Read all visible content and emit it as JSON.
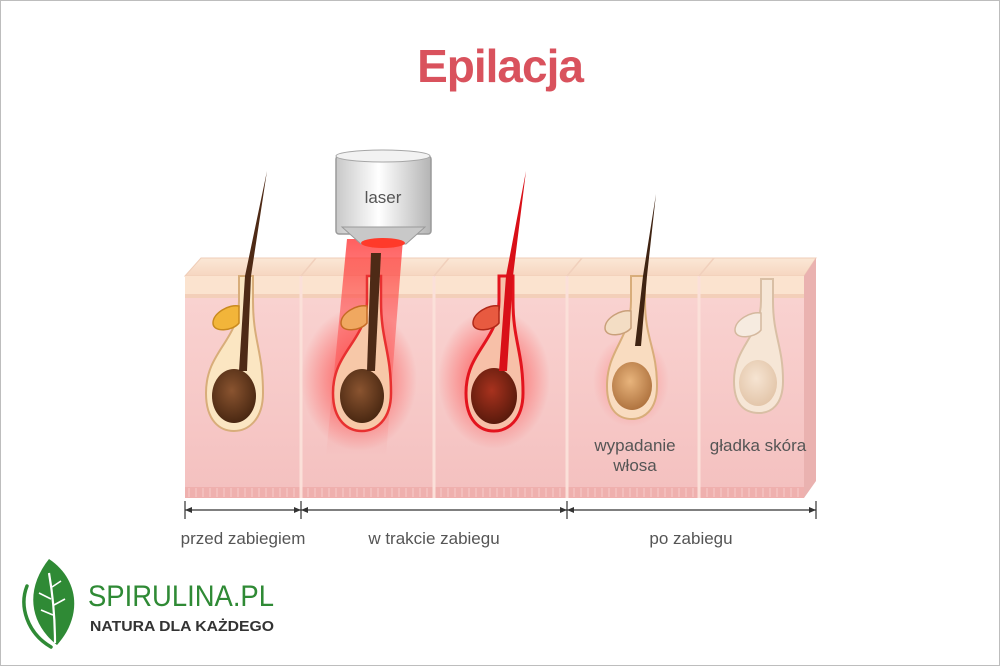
{
  "title": "Epilacja",
  "device": {
    "label": "laser"
  },
  "stage_labels": {
    "before": "przed zabiegiem",
    "during": "w trakcie zabiegu",
    "after": "po zabiegu"
  },
  "panel_labels": {
    "hair_falling_1": "wypadanie",
    "hair_falling_2": "włosa",
    "smooth_skin": "gładka skóra"
  },
  "logo": {
    "name": "SPIRULINA.PL",
    "tagline": "NATURA DLA KAŻDEGO"
  },
  "colors": {
    "title": "#d9525d",
    "skin": "#f7c8c6",
    "epidermis": "#fbe3cf",
    "hair_dark": "#4e2a16",
    "laser": "#e3141e",
    "logo_green": "#2f8a35",
    "text": "#555555"
  }
}
